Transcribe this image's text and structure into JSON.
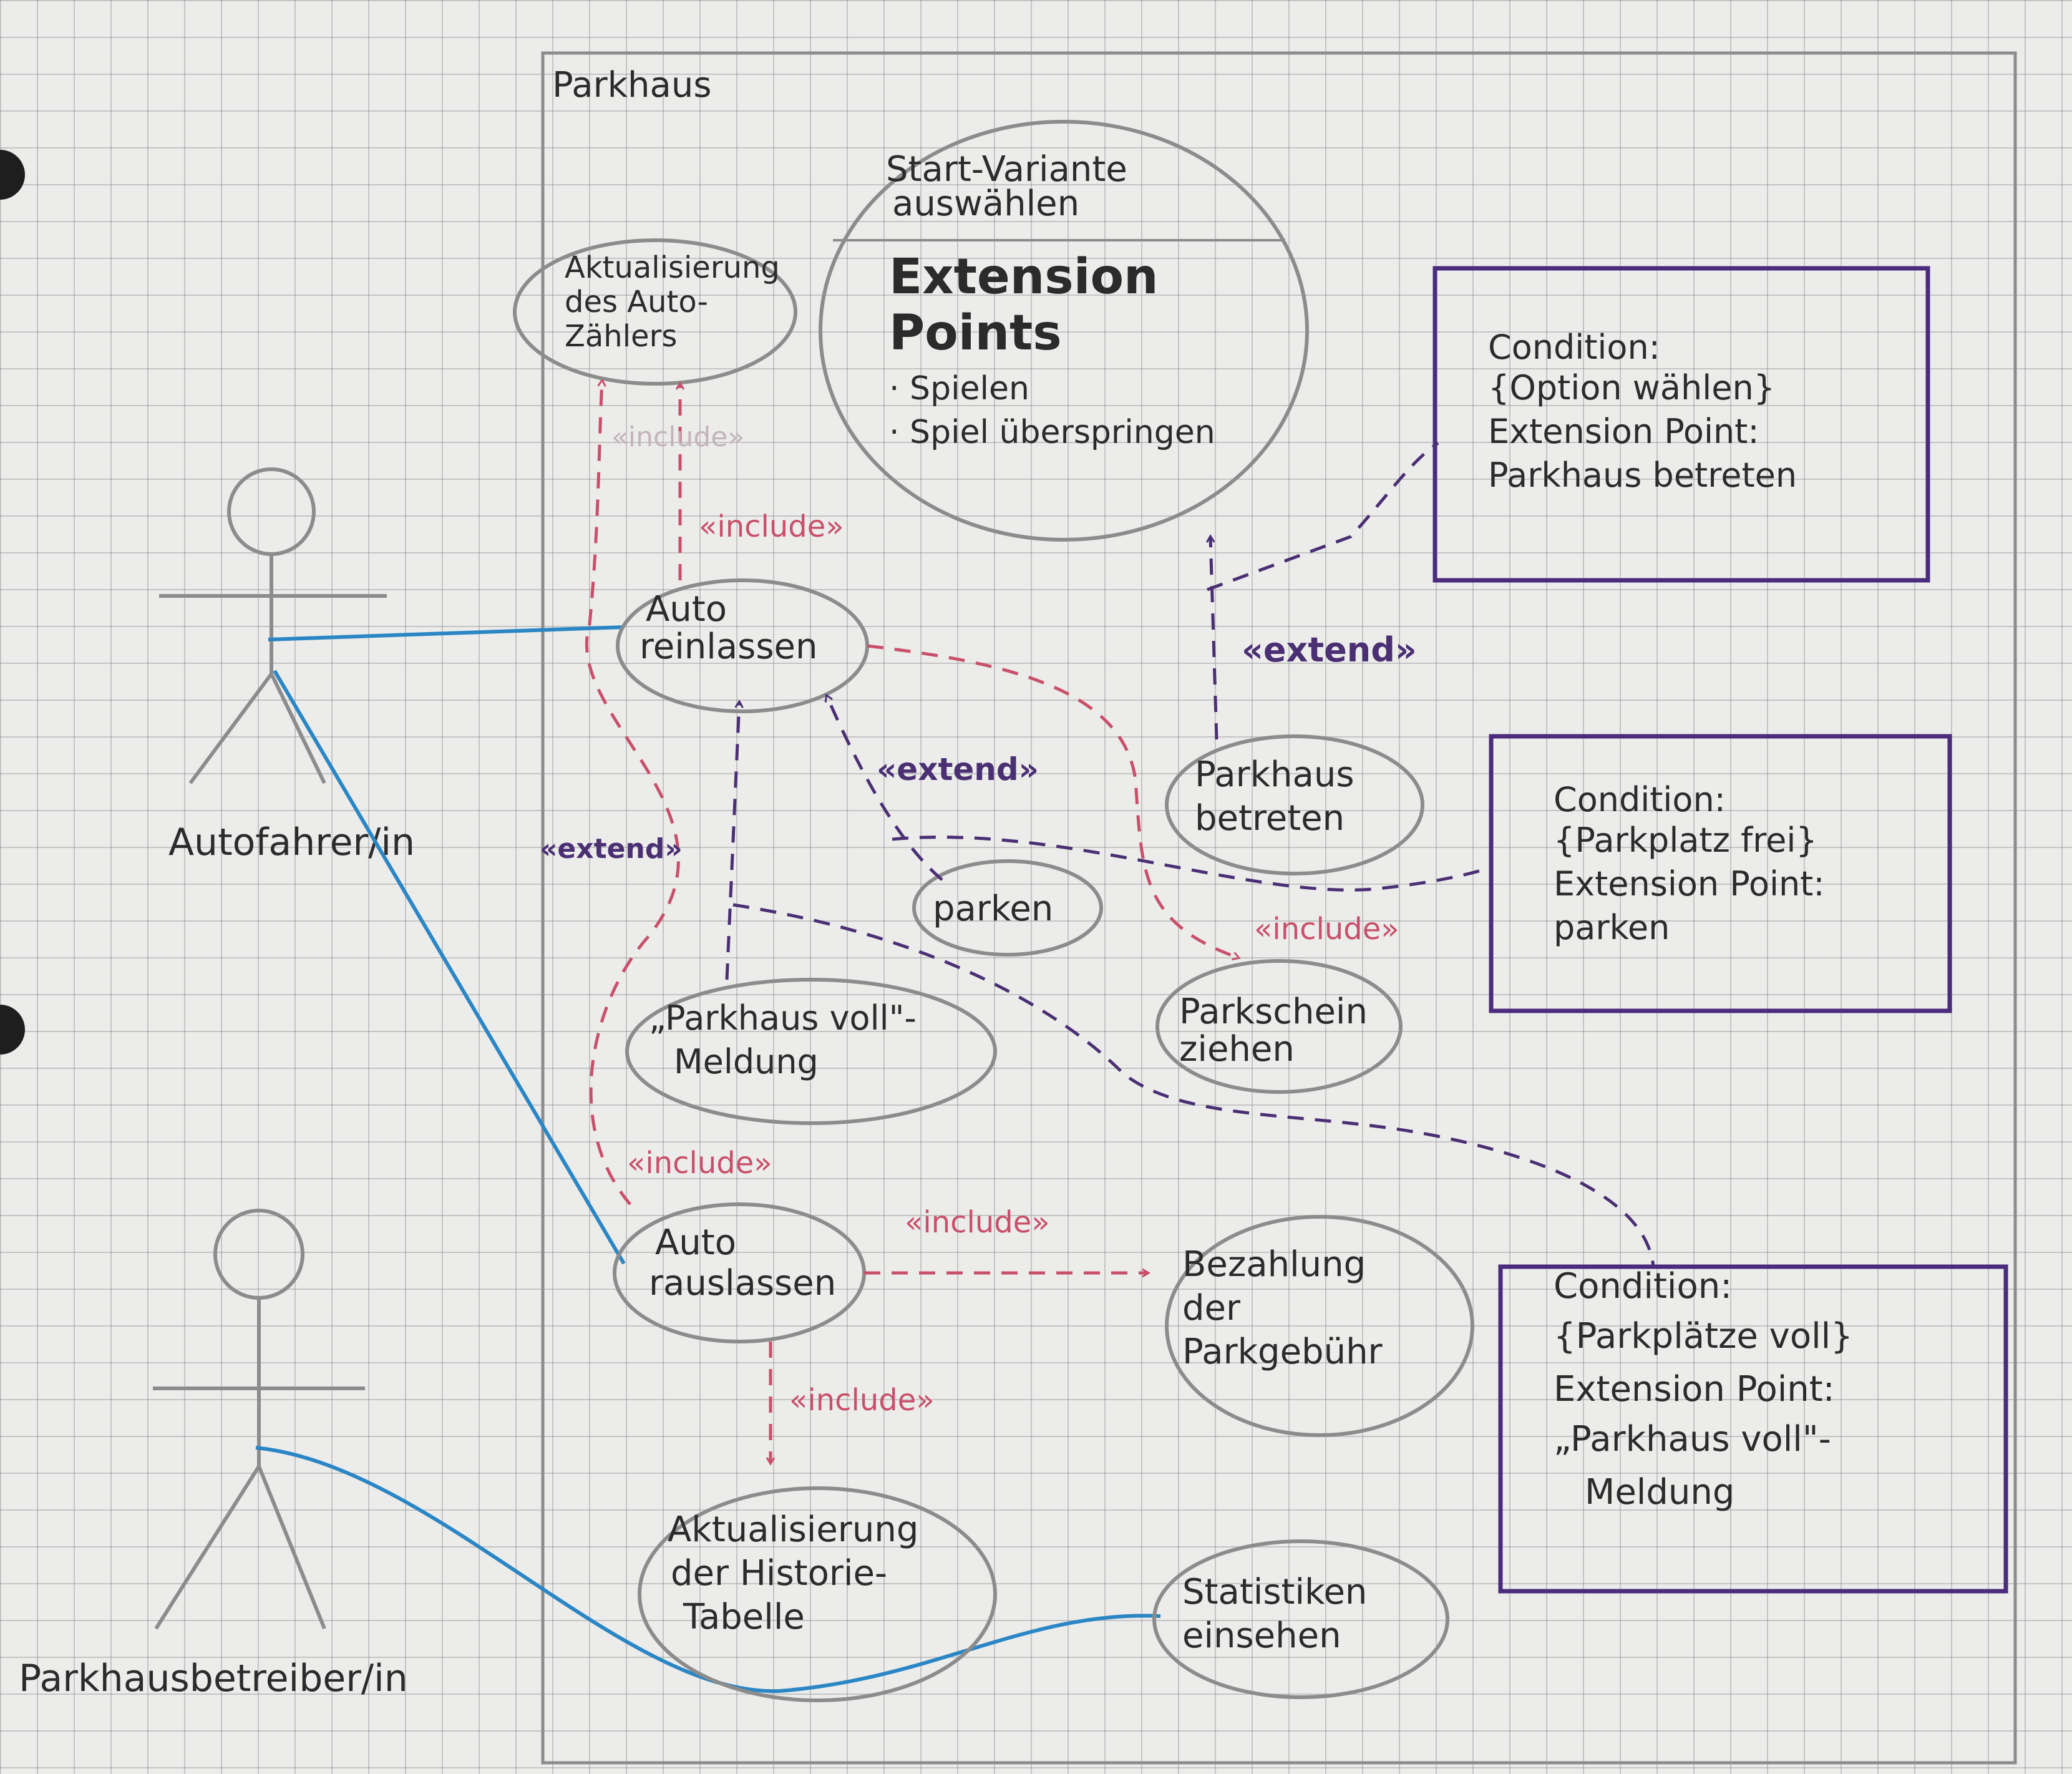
{
  "system": {
    "title": "Parkhaus"
  },
  "actors": {
    "driver": "Autofahrer/in",
    "operator": "Parkhausbetreiber/in"
  },
  "use_cases": {
    "update_counter": [
      "Aktualisierung",
      "des Auto-",
      "Zählers"
    ],
    "start_variant": {
      "title": [
        "Start-Variante",
        "auswählen"
      ],
      "ext_heading": [
        "Extension",
        "Points"
      ],
      "ext_points": [
        "· Spielen",
        "· Spiel überspringen"
      ]
    },
    "let_in": [
      "Auto",
      "reinlassen"
    ],
    "enter": [
      "Parkhaus",
      "betreten"
    ],
    "park": [
      "parken"
    ],
    "full_msg": [
      "„Parkhaus voll\"-",
      "Meldung"
    ],
    "ticket": [
      "Parkschein",
      "ziehen"
    ],
    "let_out": [
      "Auto",
      "rauslassen"
    ],
    "payment": [
      "Bezahlung",
      "der",
      "Parkgebühr"
    ],
    "update_history": [
      "Aktualisierung",
      "der Historie-",
      "Tabelle"
    ],
    "statistics": [
      "Statistiken",
      "einsehen"
    ]
  },
  "notes": {
    "note1": [
      "Condition:",
      "{Option wählen}",
      "Extension Point:",
      "Parkhaus betreten"
    ],
    "note2": [
      "Condition:",
      "{Parkplatz frei}",
      "Extension Point:",
      "parken"
    ],
    "note3": [
      "Condition:",
      "{Parkplätze voll}",
      "Extension Point:",
      "„Parkhaus voll\"-",
      "Meldung"
    ]
  },
  "stereotypes": {
    "include": "«include»",
    "extend": "«extend»"
  },
  "colors": {
    "pencil": "#8c8c8c",
    "ink": "#2b2b2b",
    "include_red": "#c9506a",
    "extend_purple": "#4a2f73",
    "note_border": "#4b2c7c",
    "association_blue": "#2b86c5"
  }
}
